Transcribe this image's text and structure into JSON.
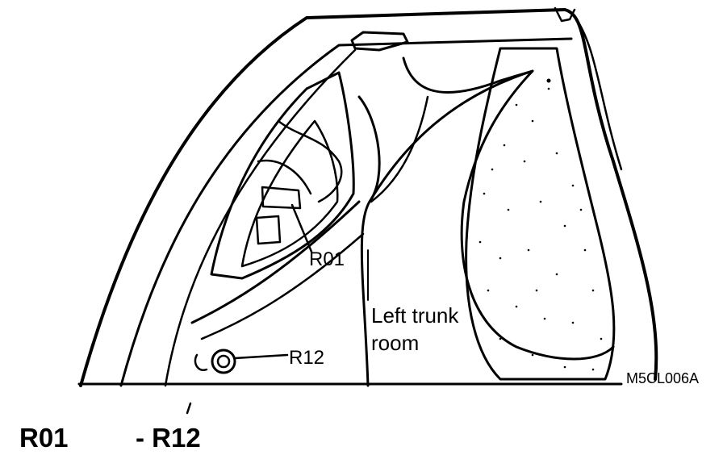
{
  "callouts": {
    "r01": "R01",
    "r12": "R12"
  },
  "area_label": "Left trunk room",
  "figure_code": "M5CL006A",
  "connector_range": {
    "start": "R01",
    "end": "- R12"
  }
}
